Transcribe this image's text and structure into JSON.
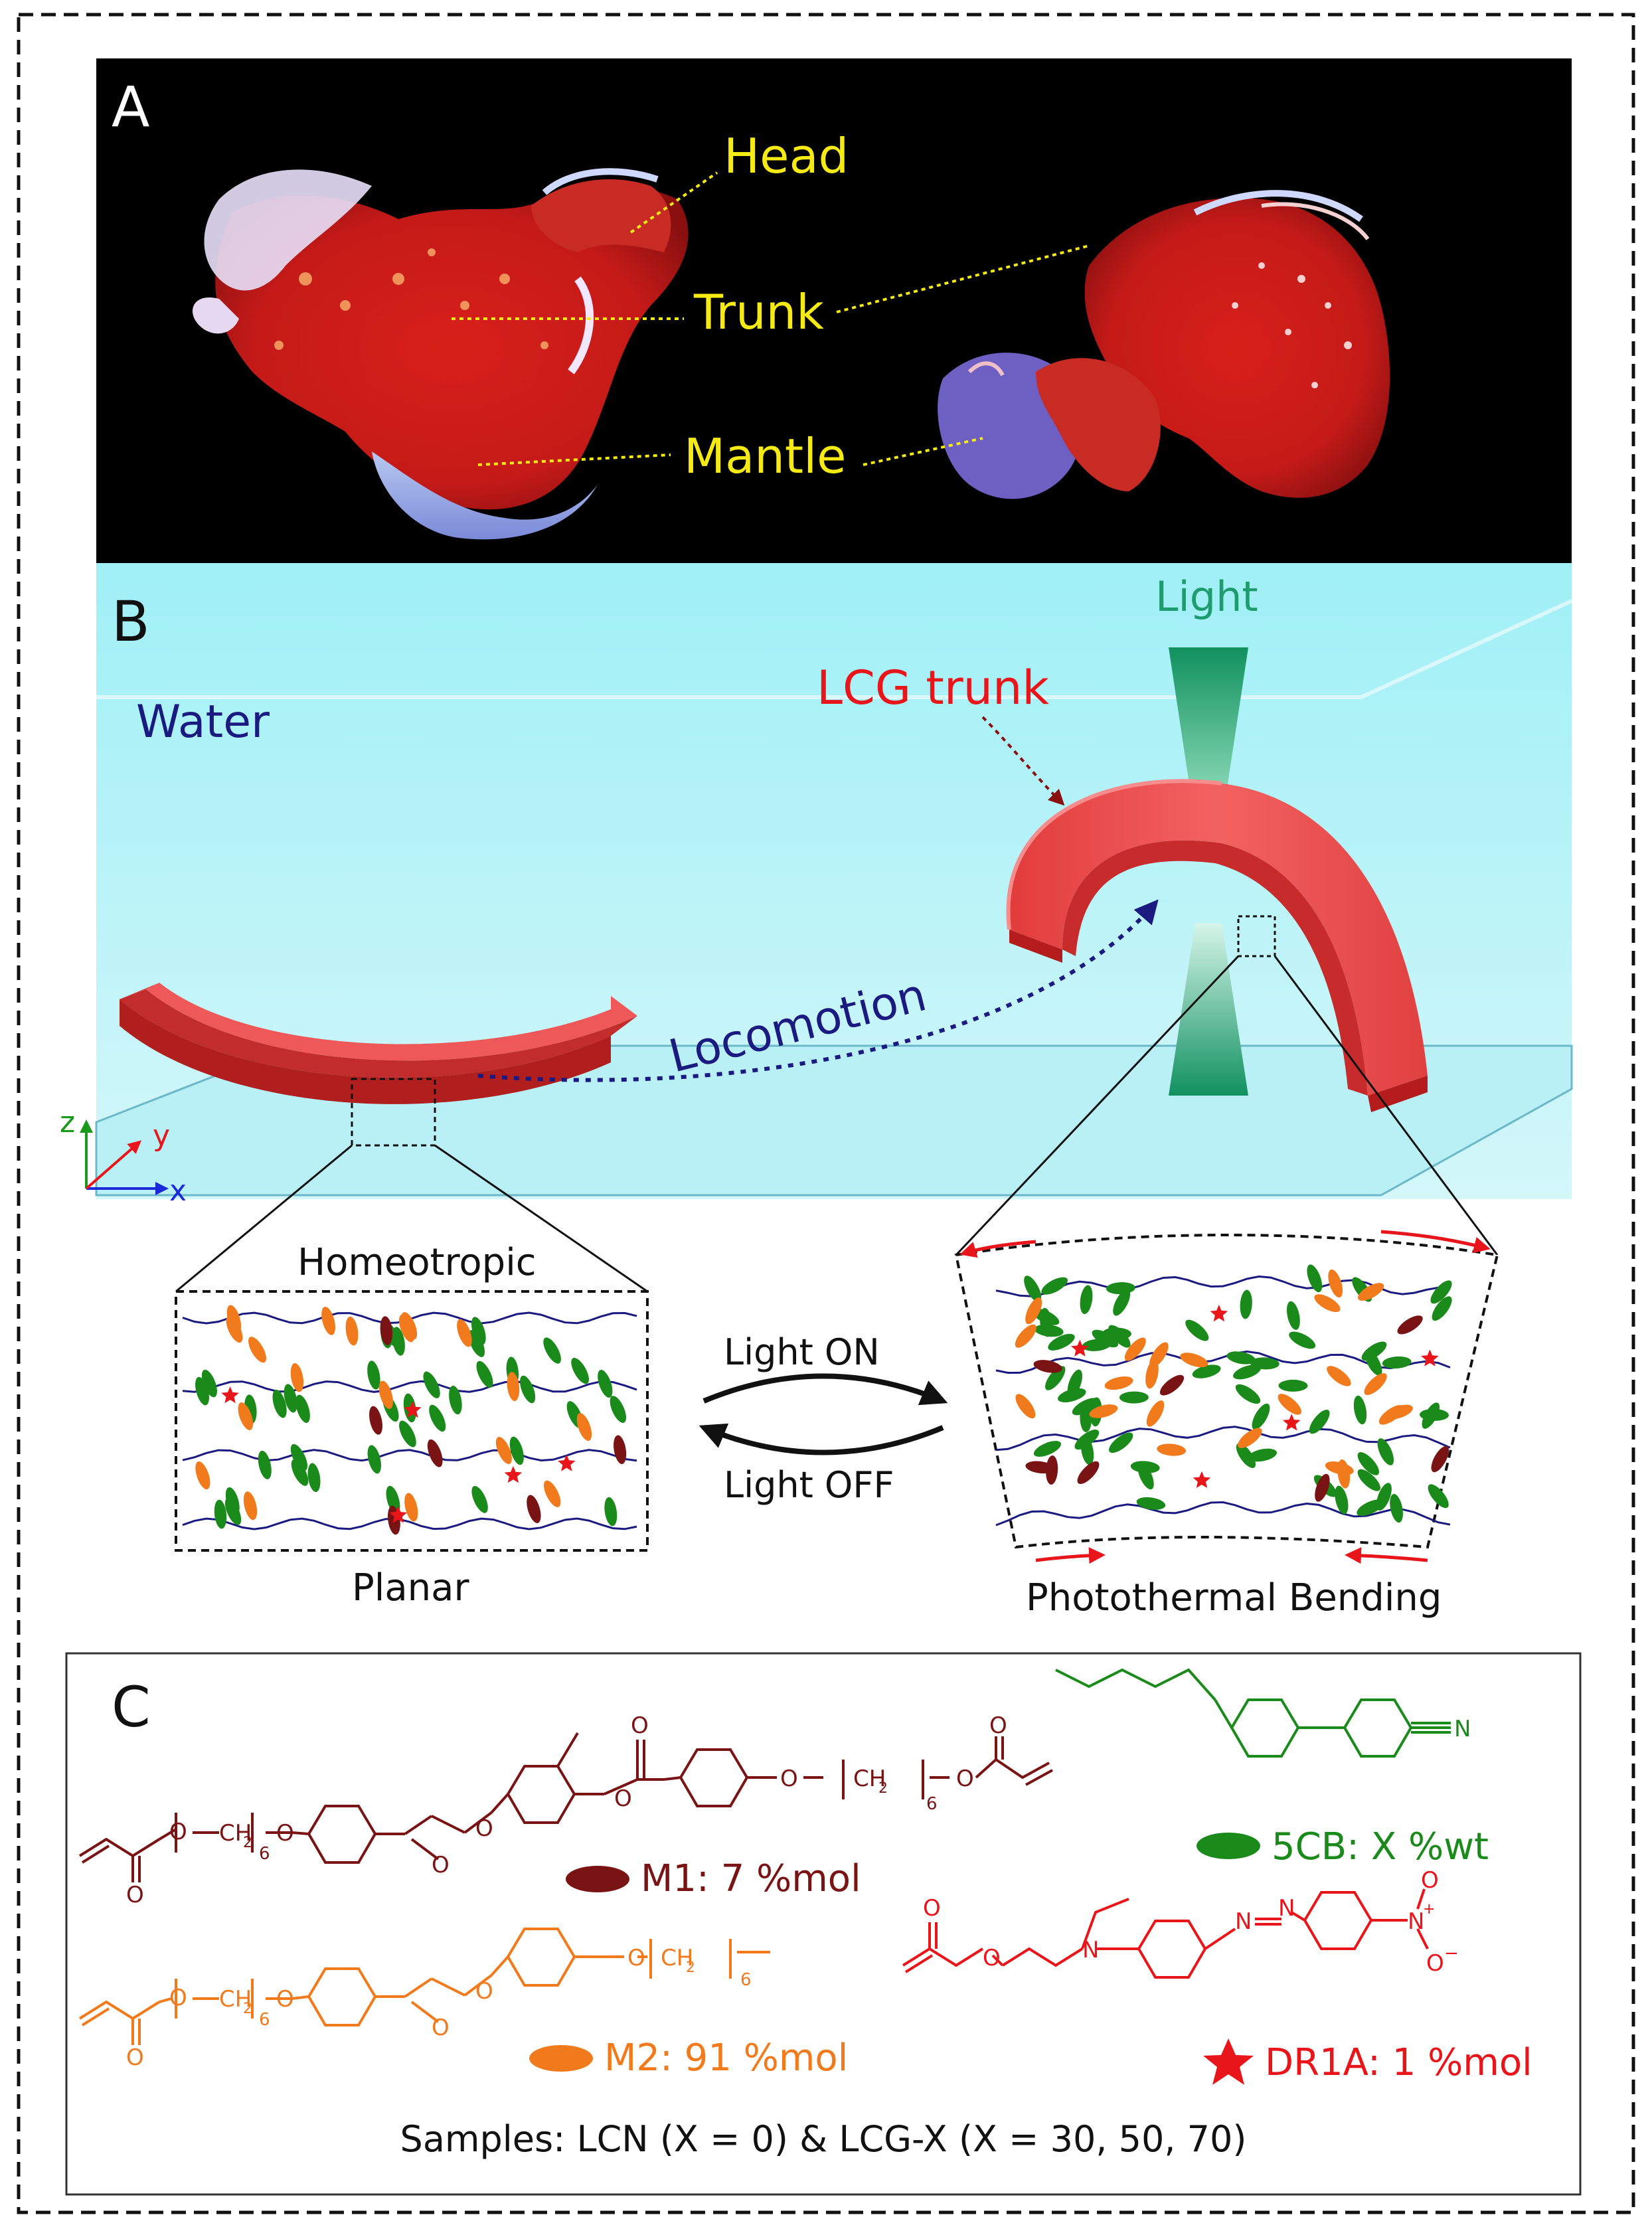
{
  "panel_a": {
    "letter": "A",
    "labels": {
      "head": "Head",
      "trunk": "Trunk",
      "mantle": "Mantle"
    }
  },
  "panel_b": {
    "letter": "B",
    "water": "Water",
    "light": "Light",
    "lcg_trunk": "LCG trunk",
    "locomotion": "Locomotion",
    "axes": {
      "z": "z",
      "y": "y",
      "x": "x"
    },
    "homeotropic": "Homeotropic",
    "planar": "Planar",
    "light_on": "Light ON",
    "light_off": "Light OFF",
    "photothermal": "Photothermal Bending"
  },
  "panel_c": {
    "letter": "C",
    "m1": "M1: 7 %mol",
    "m2": "M2: 91 %mol",
    "cb5": "5CB: X %wt",
    "dr1a": "DR1A: 1 %mol",
    "samples": "Samples: LCN (X = 0) & LCG-X (X = 30, 50, 70)",
    "chem": {
      "ch2": "CH",
      "sub2": "2",
      "sub6": "6",
      "o": "O",
      "n": "N",
      "cn": "N",
      "plus": "+",
      "minus": "−"
    }
  },
  "colors": {
    "label_yellow": "#f5ea14",
    "water_cyan": "#aeeef4",
    "lcg_red": "#ef4b4b",
    "m1_brown": "#7a1414",
    "m2_orange": "#f07a1c",
    "cb5_green": "#1a8a1a",
    "dr1a_red": "#e8161b",
    "navy": "#1a1a80",
    "light_green": "#1e9c6e"
  }
}
